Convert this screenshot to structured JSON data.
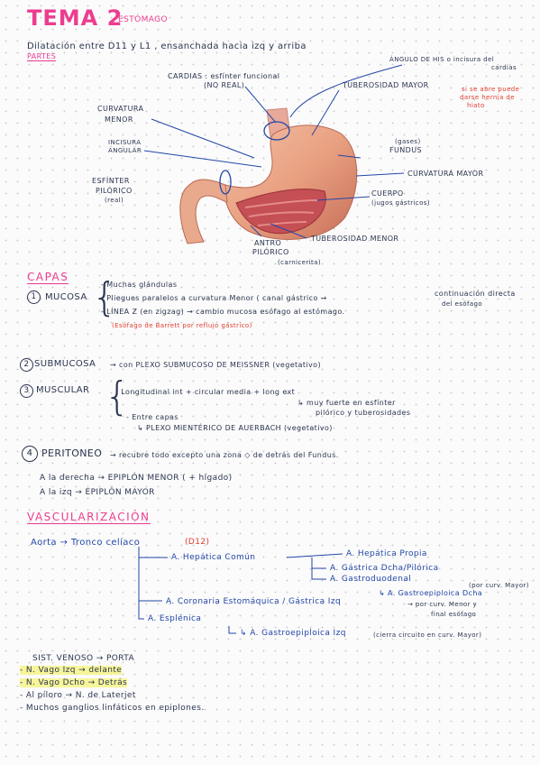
{
  "header": {
    "title": "TEMA 2",
    "subtitle": "ESTÓMAGO"
  },
  "intro": {
    "text": "Dilatación entre D11 y L1 , ensanchada hacia izq y arriba"
  },
  "partes": {
    "heading": "PARTES",
    "angulo_his": "ÁNGULO DE HIS o incisura del",
    "angulo_his_2": "cardias",
    "hernia_note_1": "si se abre puede",
    "hernia_note_2": "darse hernia de",
    "hernia_note_3": "hiato",
    "cardias": "CARDIAS : esfínter funcional",
    "cardias_2": "(NO REAL)",
    "tuberosidad_mayor": "TUBEROSIDAD MAYOR",
    "curvatura_menor": "CURVATURA",
    "curvatura_menor_2": "MENOR",
    "incisura_angular": "INCISURA",
    "incisura_angular_2": "ANGULAR",
    "fundus_note": "(gases)",
    "fundus": "FUNDUS",
    "curvatura_mayor": "CURVATURA MAYOR",
    "esfinter_pilorico": "ESFÍNTER",
    "esfinter_pilorico_2": "PILÓRICO",
    "esfinter_pilorico_3": "(real)",
    "cuerpo": "CUERPO",
    "cuerpo_note": "(jugos gástricos)",
    "tuberosidad_menor": "TUBEROSIDAD MENOR",
    "antro_pilorico": "ANTRO",
    "antro_pilorico_2": "PILÓRICO",
    "antro_note": "(carnicerita)"
  },
  "capas": {
    "heading": "CAPAS",
    "mucosa_num": "1",
    "mucosa": "MUCOSA",
    "mucosa_items": [
      "- Muchas glándulas",
      "- Pliegues paralelos a curvatura Menor ( canal gástrico →",
      "- LÍNEA Z (en zigzag) → cambio mucosa esófago al estómago."
    ],
    "mucosa_cont": "continuación directa",
    "mucosa_cont_2": "del esófago",
    "barrett": "(Esófago de Barrett por reflujo gástrico)",
    "submucosa_num": "2",
    "submucosa": "SUBMUCOSA",
    "submucosa_desc": "→ con PLEXO SUBMUCOSO DE MEISSNER (vegetativo)",
    "muscular_num": "3",
    "muscular": "MUSCULAR",
    "muscular_item_1": "- Longitudinal int  + circular media + long ext",
    "muscular_item_1b": "↳ muy fuerte en esfínter",
    "muscular_item_1c": "pilórico y tuberosidades",
    "muscular_item_2": "- Entre capas",
    "muscular_item_2b": "↳ PLEXO MIENTÉRICO DE AUERBACH (vegetativo)",
    "peritoneo_num": "4",
    "peritoneo": "PERITONEO",
    "peritoneo_desc": "→ recubre todo excepto una zona ◇ de detrás del Fundus.",
    "derecha": "A la derecha → EPIPLÓN MENOR ( + hígado)",
    "izq": "A la izq → EPIPLÓN MAYOR"
  },
  "vasc": {
    "heading": "VASCULARIZACIÓN",
    "aorta": "Aorta → Tronco celíaco",
    "d12": "(D12)",
    "hepatica_comun": "A. Hepática Común",
    "hepatica_propia": "A. Hepática Propia",
    "gastrica_dcha": "A. Gástrica Dcha/Pilórica",
    "gastroduodenal": "A. Gastroduodenal",
    "gastroepiploica_dcha": "↳ A. Gastroepiploica Dcha",
    "por_curv_mayor_1": "(por curv. Mayor)",
    "coronaria": "A. Coronaria Estomáquica / Gástrica Izq",
    "coronaria_note_1": "→ por curv. Menor y",
    "coronaria_note_2": "final esófago",
    "esplenica": "A. Esplénica",
    "gastroepiploica_izq": "↳ A. Gastroepiploica Izq",
    "cierra_note": "(cierra circuito en curv. Mayor)"
  },
  "venoso": {
    "line1": "SIST. VENOSO → PORTA",
    "line2": "- N. Vago Izq → delante",
    "line3": "- N. Vago Dcho → Detrás",
    "line4": "- Al píloro → N. de Laterjet",
    "line5": "- Muchos ganglios linfáticos en epiplones."
  },
  "colors": {
    "pink": "#ec3d8f",
    "navy": "#2a3550",
    "blue": "#2347a8",
    "red": "#e23b2e",
    "highlight": "#f6f59a"
  }
}
